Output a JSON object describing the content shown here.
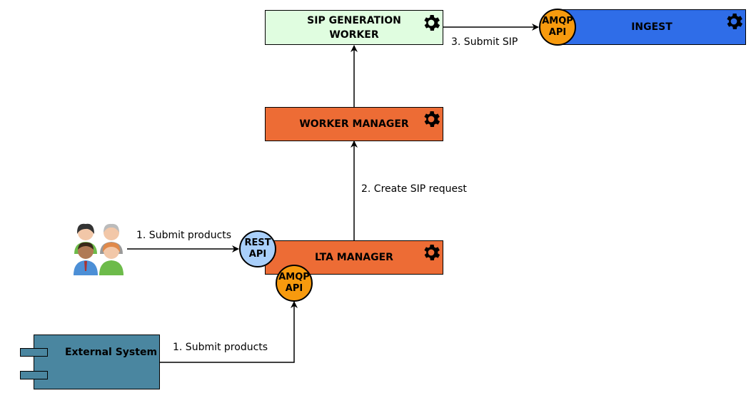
{
  "nodes": {
    "sip_worker": {
      "label_line1": "SIP GENERATION",
      "label_line2": "WORKER",
      "color": "#e0fde0"
    },
    "ingest": {
      "label": "INGEST",
      "color": "#2f6de8"
    },
    "worker_manager": {
      "label": "WORKER MANAGER",
      "color": "#ed6c35"
    },
    "lta_manager": {
      "label": "LTA MANAGER",
      "color": "#ed6c35"
    },
    "external_system": {
      "label": "External System",
      "color": "#4a86a0"
    }
  },
  "apis": {
    "ingest_amqp": {
      "line1": "AMQP",
      "line2": "API",
      "color": "#f79a0e"
    },
    "lta_rest": {
      "line1": "REST",
      "line2": "API",
      "color": "#a9cffa"
    },
    "lta_amqp": {
      "line1": "AMQP",
      "line2": "API",
      "color": "#f79a0e"
    }
  },
  "edges": {
    "submit_sip": "3. Submit SIP",
    "create_sip_request": "2. Create SIP request",
    "users_submit": "1. Submit products",
    "external_submit": "1. Submit products"
  },
  "icons": {
    "gear": "gear-icon",
    "users": "users-group-icon",
    "component": "component-icon"
  }
}
